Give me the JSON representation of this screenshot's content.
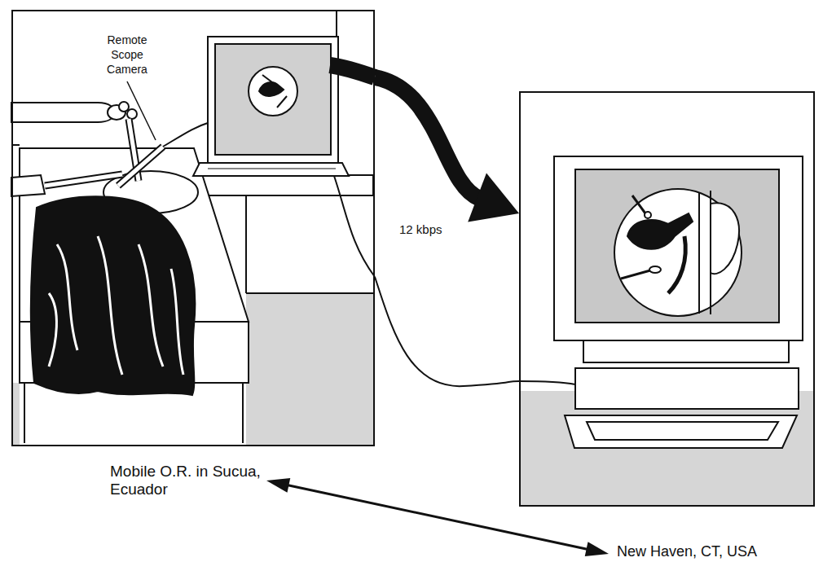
{
  "diagram": {
    "nodes": [
      {
        "text": [
          "Mobile O.R. in Sucua, Ecuador"
        ]
      },
      {
        "text": [
          "New Haven, CT, USA"
        ]
      }
    ],
    "edges": [
      {
        "from": 0,
        "to": 1,
        "arrow": "to",
        "label": "12 kbps"
      },
      {
        "from": 0,
        "to": 1,
        "arrow": "none"
      },
      {
        "from": 0,
        "to": 1,
        "arrow": "both"
      }
    ],
    "labels": [
      "Remote Scope Camera"
    ]
  }
}
